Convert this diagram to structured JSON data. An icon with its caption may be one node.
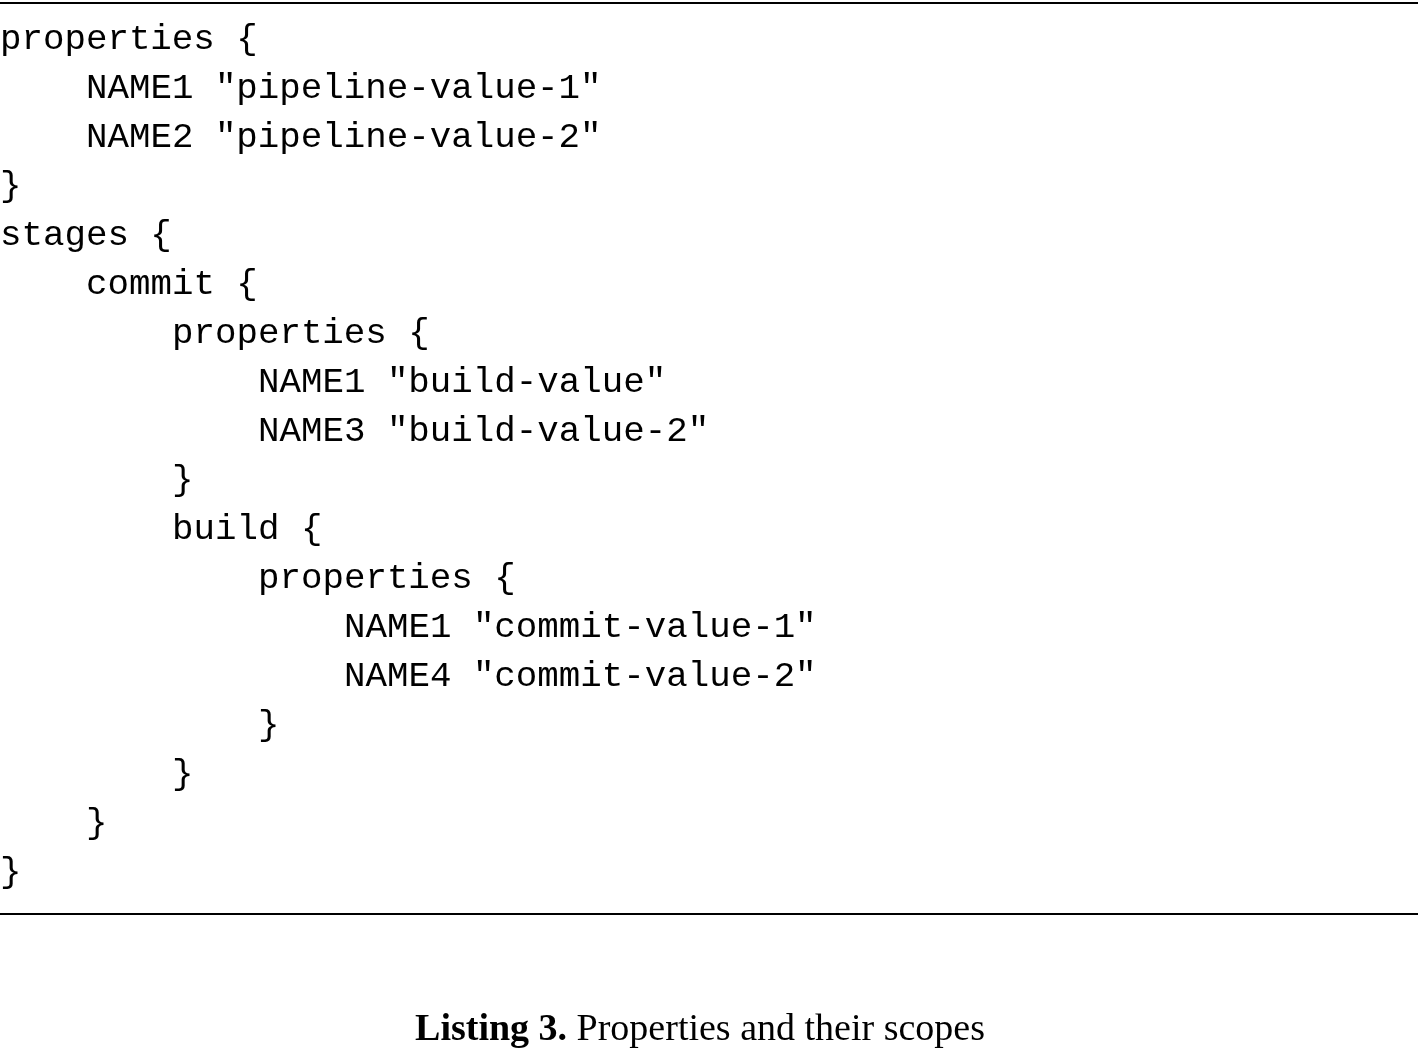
{
  "diagram": {
    "caption": "**Listing 3.** Properties and their scopes",
    "labels": [
      "properties {",
      "NAME1 \"pipeline-value-1\"",
      "NAME2 \"pipeline-value-2\"",
      "}",
      "stages {",
      "commit {",
      "properties {",
      "NAME1 \"build-value\"",
      "NAME3 \"build-value-2\"",
      "}",
      "build {",
      "properties {",
      "NAME1 \"commit-value-1\"",
      "NAME4 \"commit-value-2\"",
      "}",
      "}",
      "}",
      "}"
    ]
  }
}
